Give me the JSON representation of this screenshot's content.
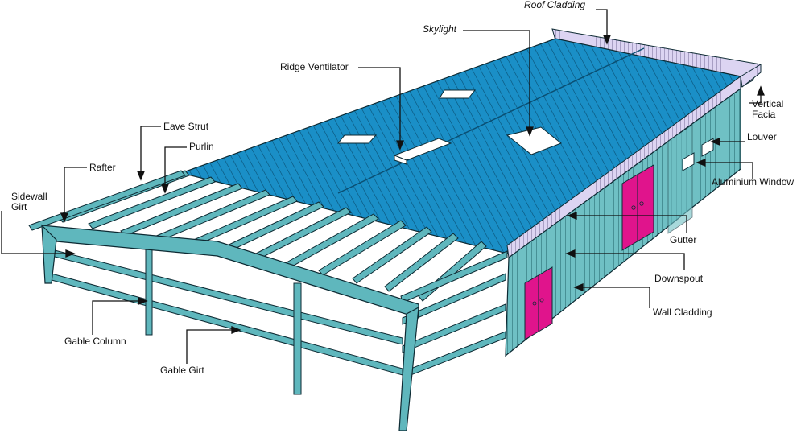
{
  "labels": {
    "roof_cladding": "Roof Cladding",
    "skylight": "Skylight",
    "ridge_ventilator": "Ridge Ventilator",
    "eave_strut": "Eave Strut",
    "purlin": "Purlin",
    "rafter": "Rafter",
    "sidewall_girt": "Sidewall Girt",
    "vertical_facia": "Vertical Facia",
    "louver": "Louver",
    "aluminium_window": "Aluminium Window",
    "gutter": "Gutter",
    "downspout": "Downspout",
    "wall_cladding": "Wall Cladding",
    "gable_column": "Gable Column",
    "gable_girt": "Gable Girt"
  },
  "colors": {
    "roof": "#1a8fc7",
    "frame": "#5fb7bd",
    "wall": "#6fc0c4",
    "facia": "#d8d0f0",
    "door": "#e0148c",
    "skylight": "#ffffff",
    "outline": "#0d2a33"
  }
}
